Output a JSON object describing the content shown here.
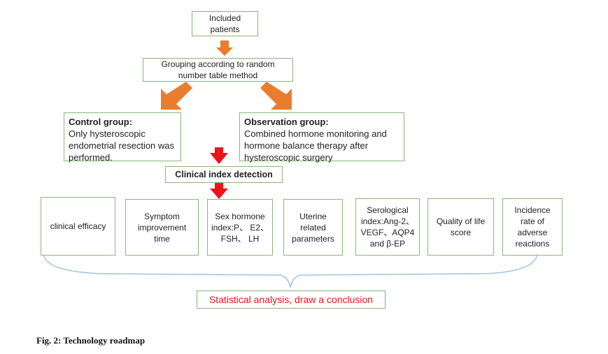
{
  "colors": {
    "box_border": "#8ab57a",
    "orange_arrow": "#e87d2e",
    "red_arrow": "#e8151b",
    "brace": "#9fc3e0",
    "conclusion_text": "#e8151b"
  },
  "nodes": {
    "included": "Included\npatients",
    "grouping": "Grouping according to random\nnumber table method",
    "control": {
      "title": "Control  group:",
      "body": "Only hysteroscopic\nendometrial resection was\nperformed."
    },
    "observation": {
      "title": "Observation group:",
      "body": "Combined hormone monitoring and\nhormone balance therapy after\nhysteroscopic surgery"
    },
    "detection": "Clinical index detection",
    "indices": [
      "clinical efficacy",
      "Symptom\nimprovement\ntime",
      "Sex hormone\nindex:P、 E2、\nFSH、 LH",
      "Uterine\nrelated\nparameters",
      "Serological\nindex:Ang-2、\nVEGF、AQP4\nand β-EP",
      "Quality of life\nscore",
      "Incidence\nrate of\nadverse\nreactions"
    ],
    "conclusion": "Statistical analysis, draw a conclusion"
  },
  "caption": "Fig. 2: Technology roadmap"
}
